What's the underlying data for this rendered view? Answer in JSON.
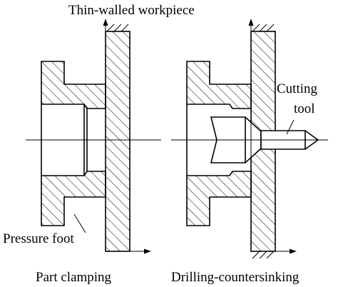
{
  "labels": {
    "top": "Thin-walled workpiece",
    "cutting_1": "Cutting",
    "cutting_2": "tool",
    "pressure_foot": "Pressure foot",
    "left_caption": "Part clamping",
    "right_caption": "Drilling-countersinking"
  }
}
